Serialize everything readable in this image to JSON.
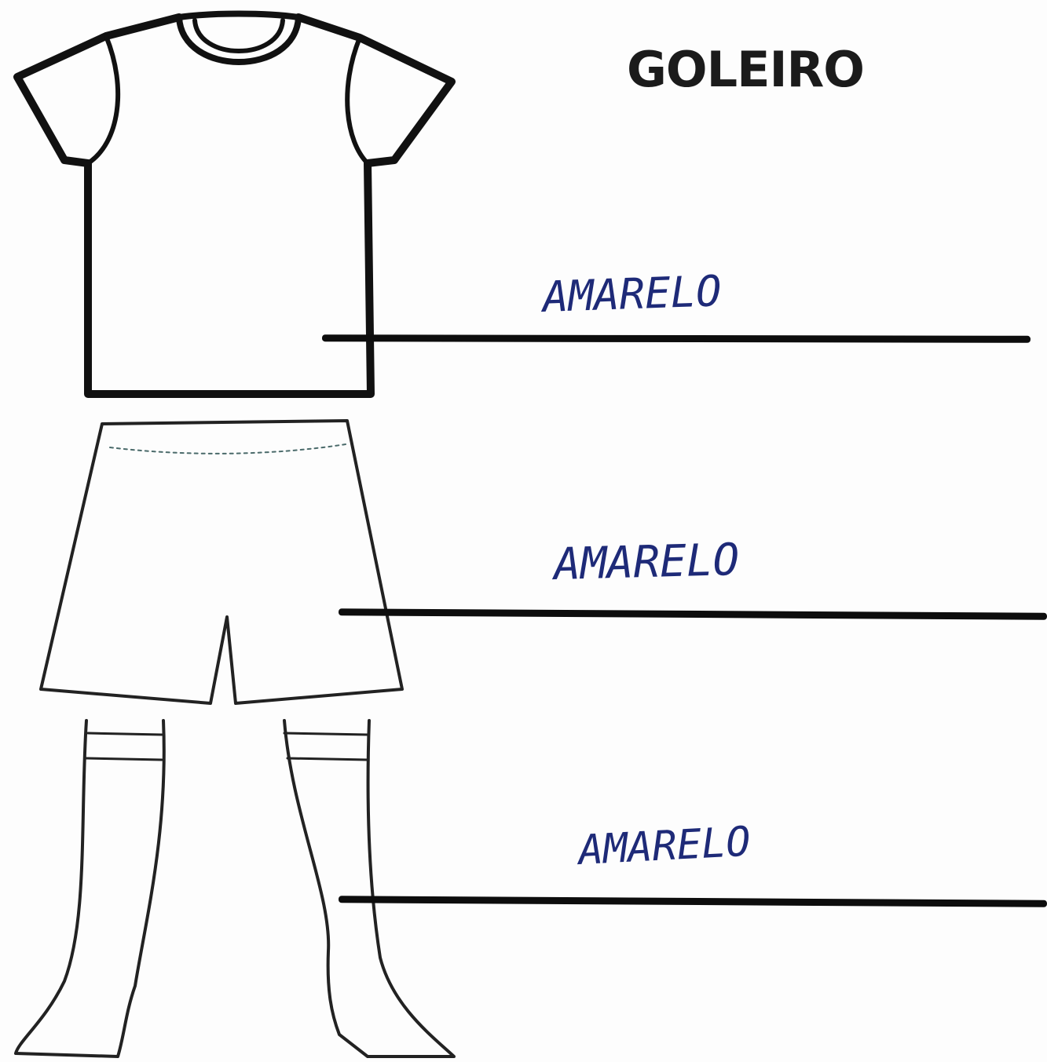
{
  "title": "GOLEIRO",
  "answers": {
    "shirt": "AMARELO",
    "shorts": "AMARELO",
    "socks": "AMARELO"
  },
  "colors": {
    "ink": "#0d0d0d",
    "handwriting": "#1e2a78",
    "paper": "#fdfdfd"
  }
}
